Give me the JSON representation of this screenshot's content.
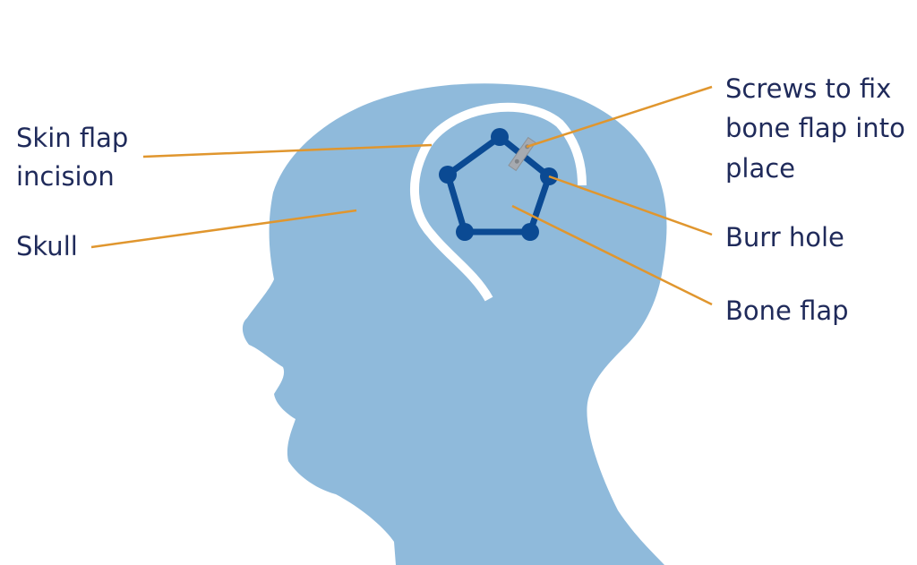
{
  "labels": {
    "skin_flap_incision": [
      "Skin flap",
      "incision"
    ],
    "skull": [
      "Skull"
    ],
    "screws": [
      "Screws to fix",
      "bone flap into",
      "place"
    ],
    "burr_hole": [
      "Burr hole"
    ],
    "bone_flap": [
      "Bone flap"
    ]
  },
  "colors": {
    "head": "#8fbadb",
    "incision": "#ffffff",
    "flap_outline": "#0b4a93",
    "leader_line": "#e0962e",
    "screw": "#a6aab0",
    "text": "#1f2a5a",
    "background": "#ffffff"
  }
}
